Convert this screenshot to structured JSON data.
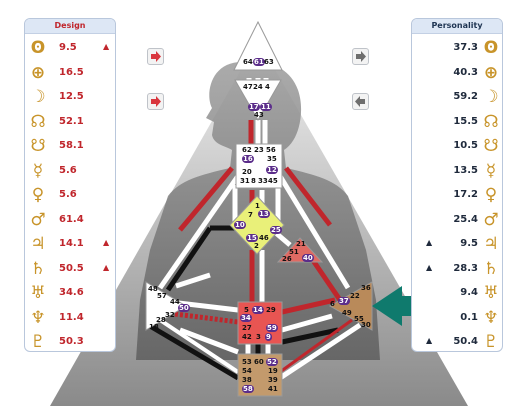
{
  "design": {
    "title": "Design",
    "rows": [
      {
        "icon": "sun-icon",
        "glyph": "ʘ",
        "value": "9.5",
        "arrow": "▲"
      },
      {
        "icon": "earth-icon",
        "glyph": "⊕",
        "value": "16.5",
        "arrow": ""
      },
      {
        "icon": "moon-icon",
        "glyph": "☽",
        "value": "12.5",
        "arrow": ""
      },
      {
        "icon": "north-node-icon",
        "glyph": "☊",
        "value": "52.1",
        "arrow": ""
      },
      {
        "icon": "south-node-icon",
        "glyph": "☋",
        "value": "58.1",
        "arrow": ""
      },
      {
        "icon": "mercury-icon",
        "glyph": "☿",
        "value": "5.6",
        "arrow": ""
      },
      {
        "icon": "venus-icon",
        "glyph": "♀",
        "value": "5.6",
        "arrow": ""
      },
      {
        "icon": "mars-icon",
        "glyph": "♂",
        "value": "61.4",
        "arrow": ""
      },
      {
        "icon": "jupiter-icon",
        "glyph": "♃",
        "value": "14.1",
        "arrow": "▲"
      },
      {
        "icon": "saturn-icon",
        "glyph": "♄",
        "value": "50.5",
        "arrow": "▲"
      },
      {
        "icon": "uranus-icon",
        "glyph": "♅",
        "value": "34.6",
        "arrow": ""
      },
      {
        "icon": "neptune-icon",
        "glyph": "♆",
        "value": "11.4",
        "arrow": ""
      },
      {
        "icon": "pluto-icon",
        "glyph": "♇",
        "value": "50.3",
        "arrow": ""
      }
    ]
  },
  "personality": {
    "title": "Personality",
    "rows": [
      {
        "icon": "sun-icon",
        "glyph": "ʘ",
        "value": "37.3",
        "arrow": ""
      },
      {
        "icon": "earth-icon",
        "glyph": "⊕",
        "value": "40.3",
        "arrow": ""
      },
      {
        "icon": "moon-icon",
        "glyph": "☽",
        "value": "59.2",
        "arrow": ""
      },
      {
        "icon": "north-node-icon",
        "glyph": "☊",
        "value": "15.5",
        "arrow": ""
      },
      {
        "icon": "south-node-icon",
        "glyph": "☋",
        "value": "10.5",
        "arrow": ""
      },
      {
        "icon": "mercury-icon",
        "glyph": "☿",
        "value": "13.5",
        "arrow": ""
      },
      {
        "icon": "venus-icon",
        "glyph": "♀",
        "value": "17.2",
        "arrow": ""
      },
      {
        "icon": "mars-icon",
        "glyph": "♂",
        "value": "25.4",
        "arrow": ""
      },
      {
        "icon": "jupiter-icon",
        "glyph": "♃",
        "value": "9.5",
        "arrow": "▲"
      },
      {
        "icon": "saturn-icon",
        "glyph": "♄",
        "value": "28.3",
        "arrow": "▲"
      },
      {
        "icon": "uranus-icon",
        "glyph": "♅",
        "value": "9.4",
        "arrow": ""
      },
      {
        "icon": "neptune-icon",
        "glyph": "♆",
        "value": "0.1",
        "arrow": ""
      },
      {
        "icon": "pluto-icon",
        "glyph": "♇",
        "value": "50.4",
        "arrow": "▲"
      }
    ]
  },
  "bodygraph": {
    "head": [
      "64",
      "61",
      "63"
    ],
    "ajna": [
      "47",
      "24",
      "4",
      "17",
      "11",
      "43"
    ],
    "throat": [
      "62",
      "23",
      "56",
      "16",
      "35",
      "12",
      "20",
      "31",
      "8",
      "33",
      "45"
    ],
    "g": [
      "1",
      "7",
      "13",
      "10",
      "25",
      "15",
      "46",
      "2"
    ],
    "ego": [
      "21",
      "51",
      "26",
      "40"
    ],
    "spleen": [
      "48",
      "57",
      "44",
      "50",
      "32",
      "28",
      "18"
    ],
    "sacral": [
      "5",
      "14",
      "29",
      "34",
      "59",
      "27",
      "42",
      "3",
      "9"
    ],
    "solar": [
      "36",
      "22",
      "6",
      "37",
      "49",
      "55",
      "30"
    ],
    "root": [
      "53",
      "60",
      "52",
      "54",
      "19",
      "38",
      "39",
      "58",
      "41"
    ]
  },
  "colors": {
    "design_red": "#c0262c",
    "personality_black": "#1f2a3c",
    "accent_teal": "#0f7a6d",
    "panel_header": "#dde7f5",
    "glyph_gold": "#c8942a",
    "gate_purple": "#5b2d8a"
  }
}
